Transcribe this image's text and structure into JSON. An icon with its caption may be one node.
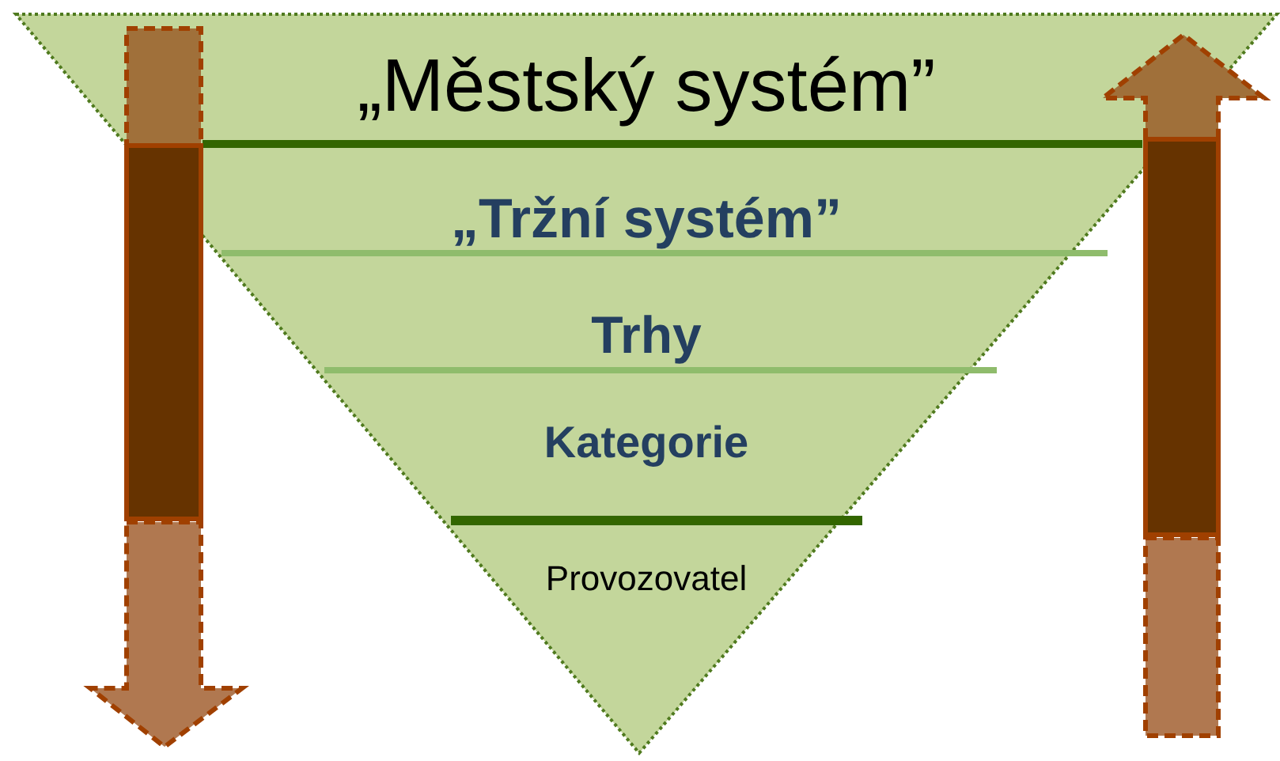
{
  "diagram": {
    "nodes": [
      {
        "text": [],
        "shape": "triangle"
      },
      {
        "text": [
          "„Městský systém”"
        ],
        "in": 0
      },
      {
        "text": [
          "„Tržní systém”"
        ],
        "in": 0
      },
      {
        "text": [
          "Trhy"
        ],
        "in": 0
      },
      {
        "text": [
          "Kategorie"
        ],
        "in": 0
      },
      {
        "text": [
          "Provozovatel"
        ],
        "in": 0
      }
    ]
  }
}
